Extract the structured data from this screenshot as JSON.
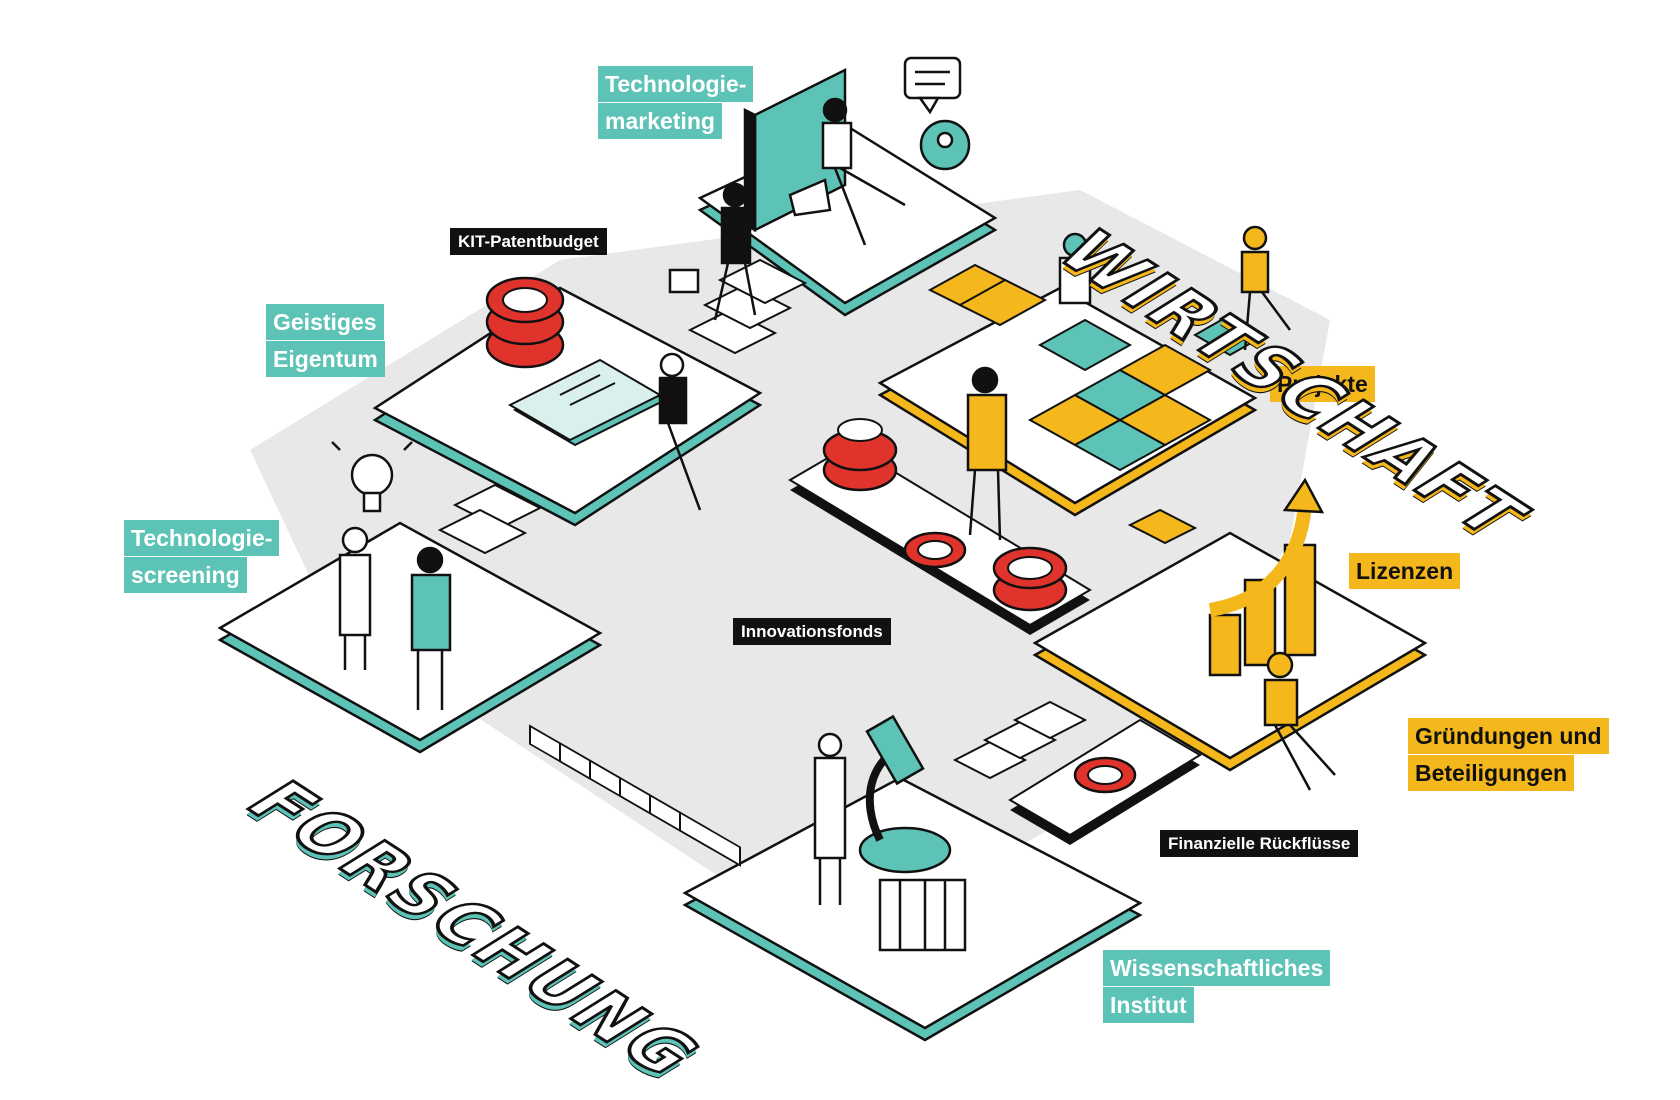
{
  "labels": {
    "technologiemarketing": [
      "Technologie-",
      "marketing"
    ],
    "kit_patentbudget": "KIT-Patentbudget",
    "geistiges_eigentum": [
      "Geistiges",
      "Eigentum"
    ],
    "technologiescreening": [
      "Technologie-",
      "screening"
    ],
    "innovationsfonds": "Innovationsfonds",
    "projekte": "Projekte",
    "lizenzen": "Lizenzen",
    "gruendungen": [
      "Gründungen und",
      "Beteiligungen"
    ],
    "finanzielle_rueckfluesse": "Finanzielle Rückflüsse",
    "wissenschaftliches_institut": [
      "Wissenschaftliches",
      "Institut"
    ]
  },
  "big_words": {
    "wirtschaft": "WIRTSCHAFT",
    "forschung": "FORSCHUNG"
  },
  "colors": {
    "teal": "#5ec3b7",
    "yellow": "#f4b81c",
    "dark": "#111111",
    "gray_background": "#e8e8e8",
    "coin_red": "#e0332c"
  },
  "icons": [
    "lightbulb-icon",
    "chat-bubble-icon",
    "user-badge-icon",
    "coin-stack-icon",
    "puzzle-icon",
    "microscope-icon",
    "growth-arrow-icon",
    "megaphone-icon"
  ]
}
